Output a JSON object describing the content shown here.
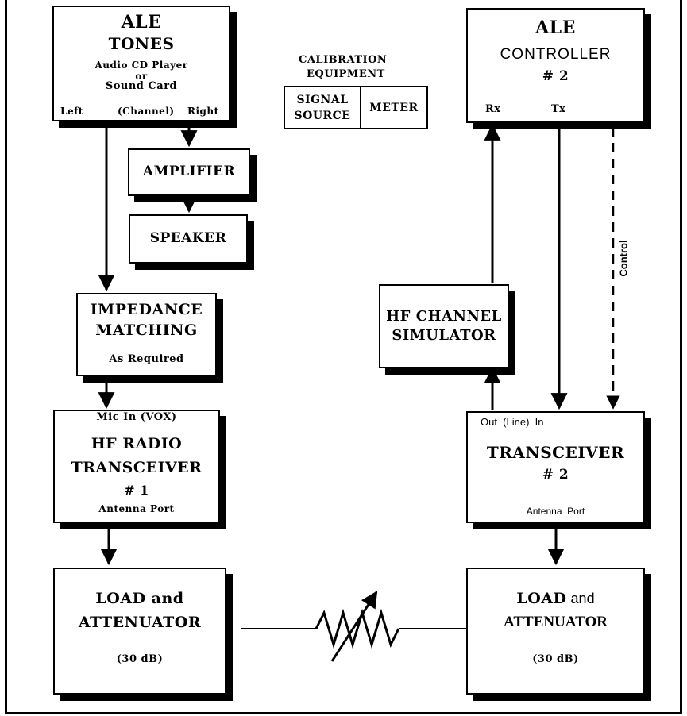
{
  "ale_tones": {
    "title1": "ALE",
    "title2": "TONES",
    "sub1": "Audio CD Player",
    "sub2": "or",
    "sub3": "Sound Card",
    "channel_left": "Left",
    "channel_mid": "(Channel)",
    "channel_right": "Right"
  },
  "calibration": {
    "title1": "CALIBRATION",
    "title2": "EQUIPMENT",
    "signal1": "SIGNAL",
    "signal2": "SOURCE",
    "meter": "METER"
  },
  "ale_controller": {
    "title1": "ALE",
    "title2": "CONTROLLER",
    "num": "# 2",
    "rx": "Rx",
    "tx": "Tx"
  },
  "amplifier": {
    "label": "AMPLIFIER"
  },
  "speaker": {
    "label": "SPEAKER"
  },
  "impedance": {
    "title1": "IMPEDANCE",
    "title2": "MATCHING",
    "sub": "As Required"
  },
  "simulator": {
    "title1": "HF CHANNEL",
    "title2": "SIMULATOR"
  },
  "control_label": "Control",
  "radio1": {
    "port": "Mic In (VOX)",
    "title1": "HF RADIO",
    "title2": "TRANSCEIVER",
    "num": "# 1",
    "antenna": "Antenna Port"
  },
  "radio2": {
    "port": "Out  (Line)  In",
    "title1": "TRANSCEIVER",
    "num": "# 2",
    "antenna": "Antenna  Port"
  },
  "load1": {
    "title1": "LOAD and",
    "title2": "ATTENUATOR",
    "sub": "(30 dB)"
  },
  "load2": {
    "title1a": "LOAD",
    "title1b": " and",
    "title2": "ATTENUATOR",
    "sub": "(30 dB)"
  }
}
